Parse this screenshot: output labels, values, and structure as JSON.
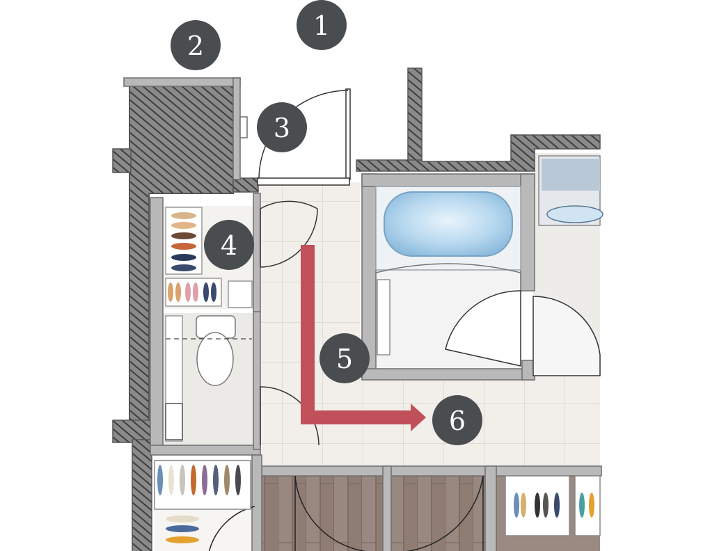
{
  "markers": {
    "m1": "1",
    "m2": "2",
    "m3": "3",
    "m4": "4",
    "m5": "5",
    "m6": "6"
  },
  "colors": {
    "marker": "#4a4d50",
    "route": "#c0505a",
    "wall": "#6e6e6e",
    "wood_floor": "#8d7b72",
    "tile": "#f1eee9",
    "bath": "#bcd9ee"
  }
}
